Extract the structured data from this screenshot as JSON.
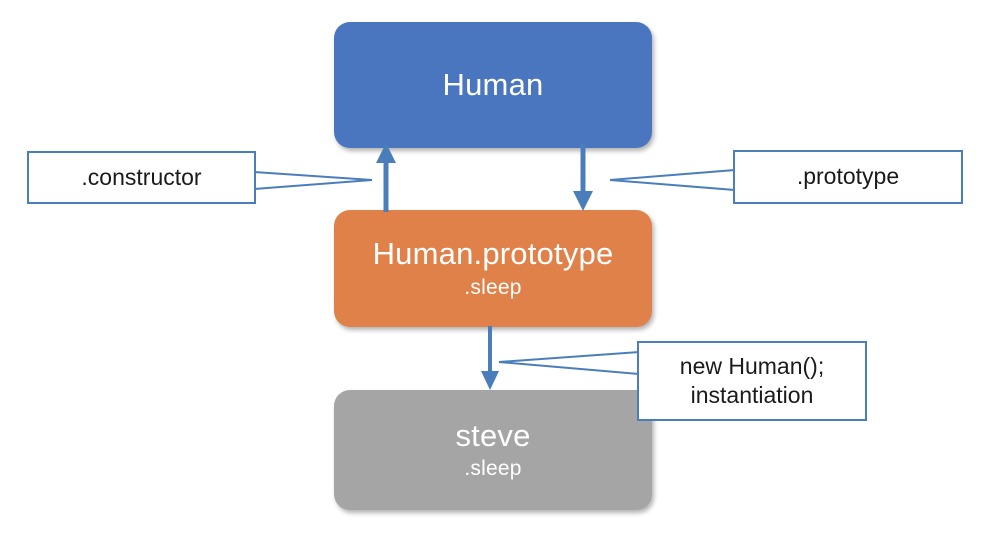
{
  "diagram": {
    "title": "JavaScript prototype chain diagram",
    "colors": {
      "constructor_box": "#4a76bf",
      "prototype_box": "#e0814a",
      "instance_box": "#a5a5a5",
      "arrow": "#4a7ebb",
      "callout_border": "#4a7ebb",
      "callout_fill": "#ffffff",
      "node_text": "#ffffff",
      "callout_text": "#1a1a1a",
      "background": "#ffffff"
    },
    "nodes": [
      {
        "id": "human",
        "title": "Human",
        "sub": "",
        "color": "#4a76bf"
      },
      {
        "id": "human-prototype",
        "title": "Human.prototype",
        "sub": ".sleep",
        "color": "#e0814a"
      },
      {
        "id": "steve",
        "title": "steve",
        "sub": ".sleep",
        "color": "#a5a5a5"
      }
    ],
    "callouts": [
      {
        "id": "constructor",
        "line1": ".constructor",
        "line2": ""
      },
      {
        "id": "prototype",
        "line1": ".prototype",
        "line2": ""
      },
      {
        "id": "instantiation",
        "line1": "new Human();",
        "line2": "instantiation"
      }
    ],
    "arrows": [
      {
        "id": "prototype-to-human",
        "from": "human-prototype",
        "to": "human",
        "direction": "up",
        "label": ".constructor"
      },
      {
        "id": "human-to-prototype",
        "from": "human",
        "to": "human-prototype",
        "direction": "down",
        "label": ".prototype"
      },
      {
        "id": "prototype-to-steve",
        "from": "human-prototype",
        "to": "steve",
        "direction": "down",
        "label": "new Human(); instantiation"
      }
    ]
  }
}
